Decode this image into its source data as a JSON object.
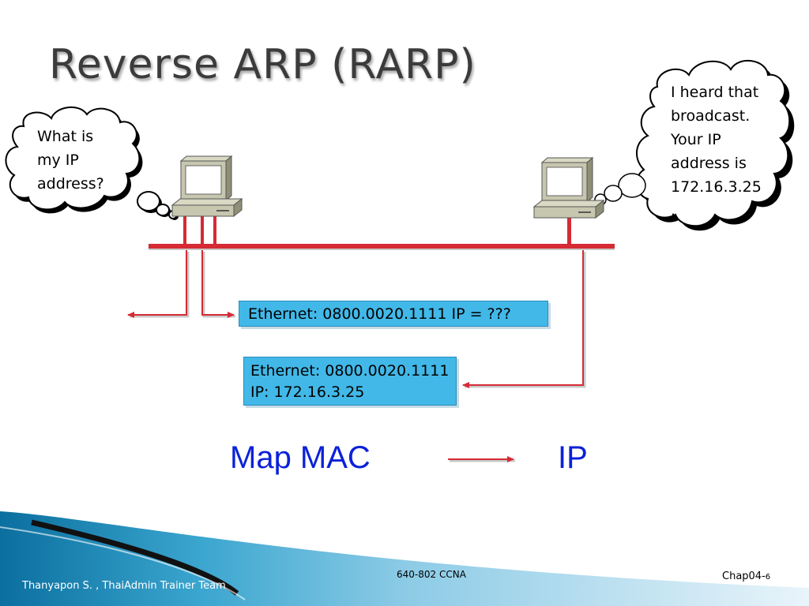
{
  "title": "Reverse ARP (RARP)",
  "left_bubble": {
    "lines": [
      "What is",
      "my IP",
      "address?"
    ]
  },
  "right_bubble": {
    "lines": [
      "I heard that",
      "broadcast.",
      "Your IP",
      "address is",
      "172.16.3.25",
      "."
    ]
  },
  "request_frame": {
    "text": "Ethernet: 0800.0020.1111 IP = ???"
  },
  "reply_frame": {
    "line1": "Ethernet: 0800.0020.1111",
    "line2": "IP: 172.16.3.25"
  },
  "mapping": {
    "from": "Map MAC",
    "to": "IP"
  },
  "footer": {
    "author": "Thanyapon S. , ThaiAdmin Trainer Team",
    "course": "640-802 CCNA",
    "chapter": "Chap04-",
    "page": "6"
  },
  "colors": {
    "network_line": "#d52b35",
    "frame_fill": "#41b8e8",
    "mapping_text": "#0b22d8",
    "title_text": "#3b3b3b",
    "footer_band": "#1c7fb0"
  },
  "icons": [
    "client-computer-icon",
    "server-computer-icon",
    "thought-bubble-left",
    "thought-bubble-right",
    "arrow-right-icon"
  ]
}
